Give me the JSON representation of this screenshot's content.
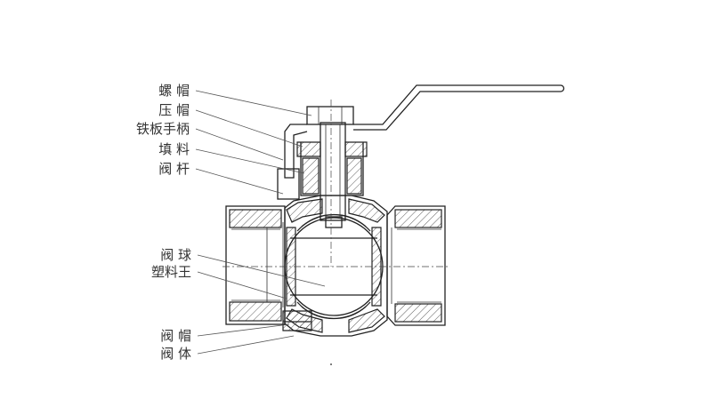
{
  "labels": [
    {
      "id": "nut",
      "text": "螺 帽"
    },
    {
      "id": "gland",
      "text": "压 帽"
    },
    {
      "id": "handle",
      "text": "铁板手柄"
    },
    {
      "id": "packing",
      "text": "填 料"
    },
    {
      "id": "stem",
      "text": "阀 杆"
    },
    {
      "id": "ball",
      "text": "阀 球"
    },
    {
      "id": "seat",
      "text": "塑料王"
    },
    {
      "id": "cap",
      "text": "阀 帽"
    },
    {
      "id": "body",
      "text": "阀 体"
    }
  ],
  "colors": {
    "line": "#222222",
    "label": "#333333",
    "background": "#ffffff"
  }
}
